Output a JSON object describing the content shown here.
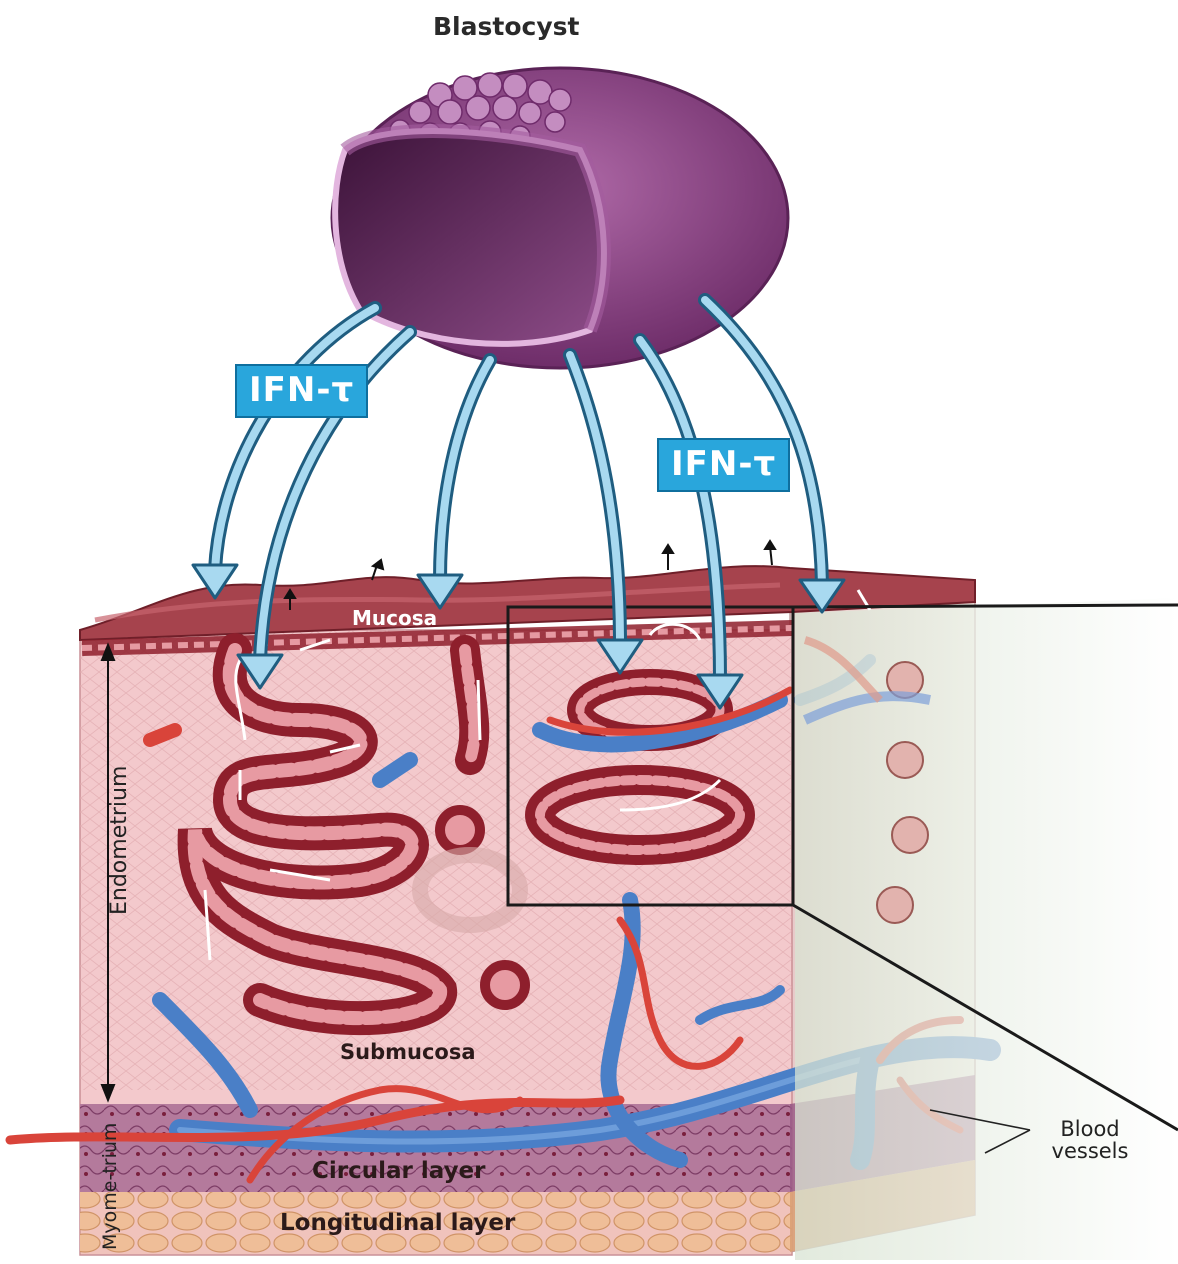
{
  "title": "Blastocyst",
  "signal_labels": [
    "IFN-τ",
    "IFN-τ"
  ],
  "layers": {
    "mucosa": "Mucosa",
    "submucosa": "Submucosa",
    "endometrium": "Endometrium",
    "myometrium": "Myome-trium",
    "circular": "Circular layer",
    "longitudinal": "Longitudinal layer"
  },
  "callout": "Blood vessels",
  "colors": {
    "blastocyst": "#8a3f84",
    "arrow": "#9fd4ee",
    "arrow_outline": "#1f5d80",
    "badge": "#29a6dc",
    "tissue": "#f3c9cc",
    "gland": "#8e1f2c",
    "mucosa_surface": "#9c3b44",
    "artery": "#d9443a",
    "vein": "#4a7fc7",
    "myometrium": "#9c5b86",
    "longitudinal": "#e8b48b"
  }
}
